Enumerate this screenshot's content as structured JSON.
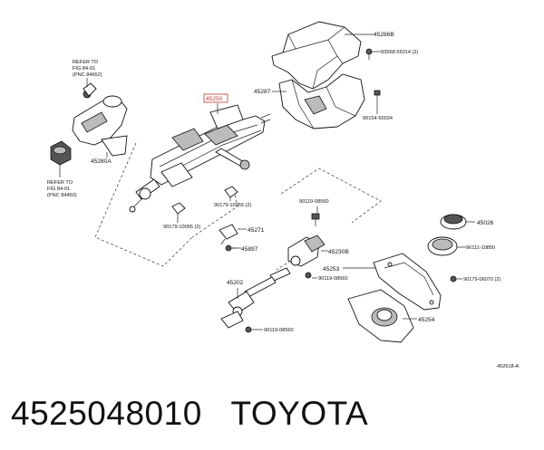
{
  "callouts": {
    "p45286B": "45286B",
    "p93568": "93568-55014 (2)",
    "p45287": "45287",
    "p90154": "90154-50034",
    "p45250": "45250",
    "p45280A": "45280A",
    "p90179a": "90179-10055 (2)",
    "p90179b": "90179-10055 (2)",
    "p45271": "45271",
    "p45897": "45897",
    "p90119a": "90119-08560",
    "p45230B": "45230B",
    "p45026": "45026",
    "p96111": "96111-10850",
    "p45253": "45253",
    "p90179c": "90179-06070 (2)",
    "p45202": "45202",
    "p90119b": "90119-08560",
    "p45254": "45254",
    "p90119c": "90119-08560",
    "figcode": "452618-A"
  },
  "refs": {
    "ref1": [
      "REFER TO",
      "FIG 84-01",
      "(PNC 84652)"
    ],
    "ref2": [
      "REFER TO",
      "FIG 84-01",
      "(PNC 84450)"
    ]
  },
  "caption": {
    "part_number": "4525048010",
    "brand": "TOYOTA"
  },
  "colors": {
    "highlight_label": "#c0392b"
  }
}
